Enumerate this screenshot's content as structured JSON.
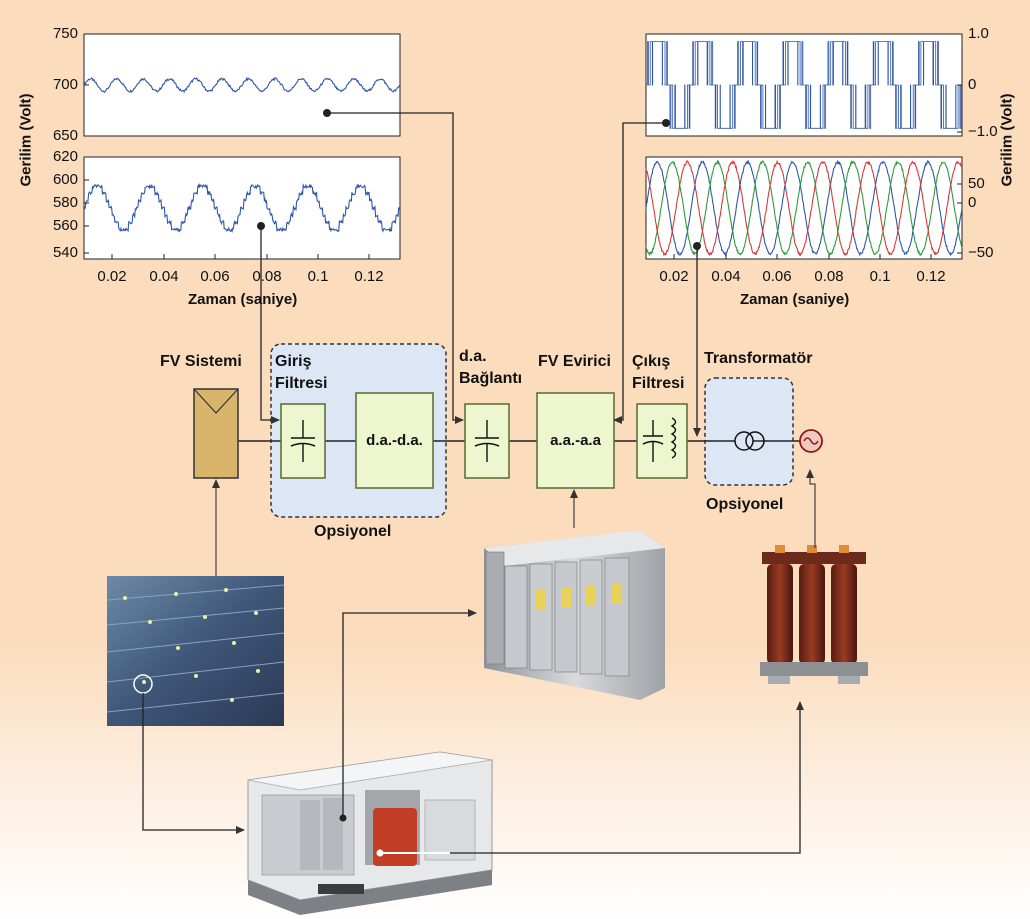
{
  "colors": {
    "background": "#fbdcbd",
    "plot_line": "#2f57a8",
    "phase_a": "#2f57a8",
    "phase_b": "#2e9a3e",
    "phase_c": "#d63a3a",
    "block_fill": "#eef6cf",
    "block_border": "#556b2f",
    "pv_fill": "#d8b56b",
    "optional_fill": "#dce6f4"
  },
  "chart_data": [
    {
      "type": "line",
      "ylabel": "Gerilim (Volt)",
      "yticks": [
        "750",
        "700",
        "650"
      ],
      "ylim": [
        650,
        750
      ],
      "xlim": [
        0.01,
        0.13
      ],
      "waveform": "ripple around 700 V",
      "series": [
        {
          "mean": 700,
          "amplitude": 6,
          "periods": 12
        }
      ]
    },
    {
      "type": "line",
      "yticks": [
        "620",
        "600",
        "580",
        "560",
        "540"
      ],
      "ylim": [
        540,
        620
      ],
      "xlim": [
        0.01,
        0.13
      ],
      "xticks": [
        "0.02",
        "0.04",
        "0.06",
        "0.08",
        "0.1",
        "0.12"
      ],
      "xlabel": "Zaman (saniye)",
      "waveform": "stepped wave around 580 V",
      "series": [
        {
          "mean": 580,
          "amplitude": 17,
          "periods": 6
        }
      ]
    },
    {
      "type": "line",
      "ylabel": "Gerilim (Volt)",
      "yticks": [
        "1.0",
        "0",
        "−1.0"
      ],
      "ylim": [
        -1.0,
        1.0
      ],
      "xlim": [
        0.01,
        0.13
      ],
      "waveform": "PWM switching pulses",
      "series": [
        {
          "amplitude": 1.0,
          "periods": 7
        }
      ]
    },
    {
      "type": "line",
      "yticks": [
        "50",
        "0",
        "−50"
      ],
      "ylim": [
        -50,
        50
      ],
      "xlim": [
        0.01,
        0.13
      ],
      "xticks": [
        "0.02",
        "0.04",
        "0.06",
        "0.08",
        "0.1",
        "0.12"
      ],
      "xlabel": "Zaman (saniye)",
      "waveform": "three-phase sinusoid",
      "series": [
        {
          "phase_deg": 0,
          "amplitude": 45,
          "periods": 7
        },
        {
          "phase_deg": 120,
          "amplitude": 45,
          "periods": 7
        },
        {
          "phase_deg": 240,
          "amplitude": 45,
          "periods": 7
        }
      ]
    }
  ],
  "labels": {
    "pv_system": "FV Sistemi",
    "input_filter_line1": "Giriş",
    "input_filter_line2": "Filtresi",
    "dc_link_line1": "d.a.",
    "dc_link_line2": "Bağlantı",
    "pv_inverter": "FV Evirici",
    "output_filter_line1": "Çıkış",
    "output_filter_line2": "Filtresi",
    "transformer": "Transformatör",
    "optional_left": "Opsiyonel",
    "optional_right": "Opsiyonel",
    "dcdc_block": "d.a.-d.a.",
    "acac_block": "a.a.-a.a"
  }
}
